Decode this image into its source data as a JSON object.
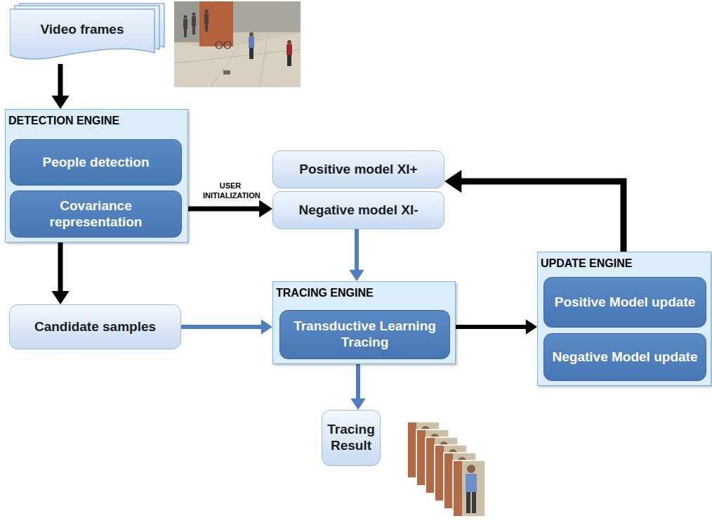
{
  "diagram": {
    "nodes": [
      {
        "text": [
          "Video frames"
        ]
      },
      {
        "text": [
          "DETECTION ENGINE"
        ]
      },
      {
        "text": [
          "People detection"
        ],
        "in": 1
      },
      {
        "text": [
          "Covariance representation"
        ],
        "in": 1
      },
      {
        "text": [
          "Positive model XI+"
        ]
      },
      {
        "text": [
          "Negative model XI-"
        ]
      },
      {
        "text": [
          "UPDATE ENGINE"
        ]
      },
      {
        "text": [
          "Positive Model update"
        ],
        "in": 6
      },
      {
        "text": [
          "Negative Model update"
        ],
        "in": 6
      },
      {
        "text": [
          "TRACING ENGINE"
        ]
      },
      {
        "text": [
          "Transductive Learning Tracing"
        ],
        "in": 9
      },
      {
        "text": [
          "Candidate samples"
        ]
      },
      {
        "text": [
          "Tracing Result"
        ]
      }
    ],
    "edges": [
      {
        "from": 0,
        "to": 1,
        "arrow": "to"
      },
      {
        "from": 1,
        "to": 5,
        "arrow": "to",
        "label": "USER INITIALIZATION"
      },
      {
        "from": 1,
        "to": 11,
        "arrow": "to"
      },
      {
        "from": 5,
        "to": 9,
        "arrow": "to"
      },
      {
        "from": 11,
        "to": 9,
        "arrow": "to"
      },
      {
        "from": 9,
        "to": 6,
        "arrow": "to"
      },
      {
        "from": 6,
        "to": 4,
        "arrow": "to"
      },
      {
        "from": 9,
        "to": 12,
        "arrow": "to"
      }
    ]
  }
}
